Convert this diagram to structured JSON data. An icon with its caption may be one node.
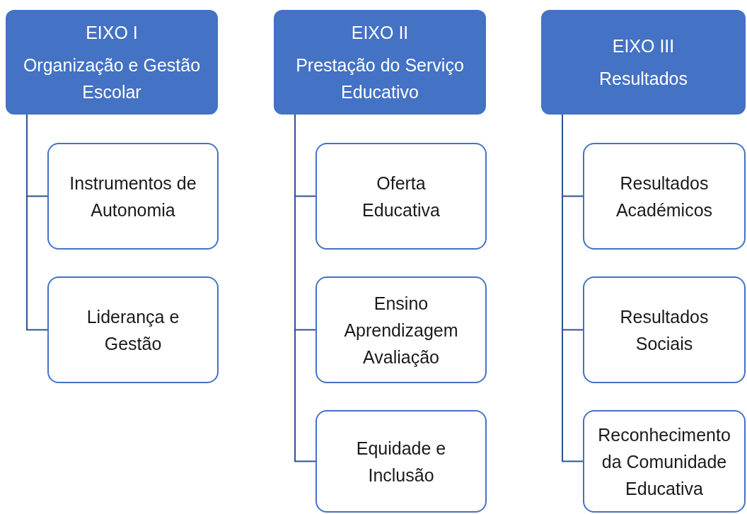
{
  "diagram": {
    "nodes": [
      {
        "text": [
          "EIXO I",
          "Organização e Gestão Escolar"
        ]
      },
      {
        "text": [
          "Instrumentos de Autonomia"
        ]
      },
      {
        "text": [
          "Liderança e Gestão"
        ]
      },
      {
        "text": [
          "EIXO II",
          "Prestação do Serviço Educativo"
        ]
      },
      {
        "text": [
          "Oferta Educativa"
        ]
      },
      {
        "text": [
          "Ensino Aprendizagem Avaliação"
        ]
      },
      {
        "text": [
          "Equidade e Inclusão"
        ]
      },
      {
        "text": [
          "EIXO III",
          "Resultados"
        ]
      },
      {
        "text": [
          "Resultados Académicos"
        ]
      },
      {
        "text": [
          "Resultados Sociais"
        ]
      },
      {
        "text": [
          "Reconhecimento da Comunidade Educativa"
        ]
      }
    ],
    "edges": [
      {
        "from": 0,
        "to": 1,
        "arrow": "none"
      },
      {
        "from": 0,
        "to": 2,
        "arrow": "none"
      },
      {
        "from": 3,
        "to": 4,
        "arrow": "none"
      },
      {
        "from": 3,
        "to": 5,
        "arrow": "none"
      },
      {
        "from": 3,
        "to": 6,
        "arrow": "none"
      },
      {
        "from": 7,
        "to": 8,
        "arrow": "none"
      },
      {
        "from": 7,
        "to": 9,
        "arrow": "none"
      },
      {
        "from": 7,
        "to": 10,
        "arrow": "none"
      }
    ]
  }
}
